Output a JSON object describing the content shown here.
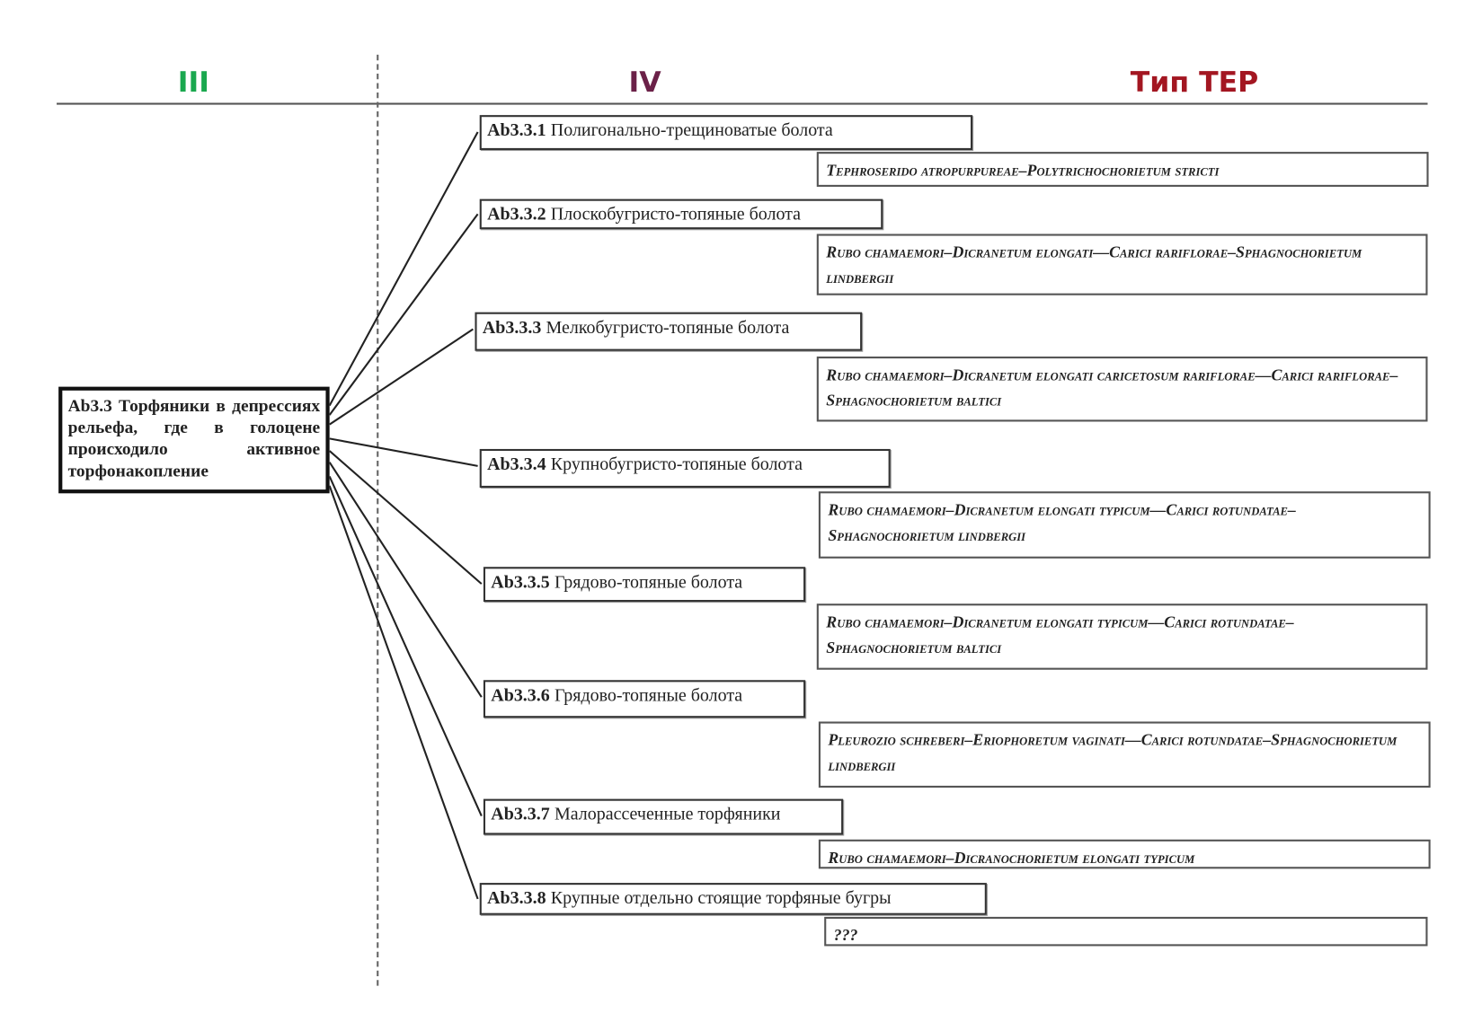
{
  "headers": {
    "level3": "III",
    "level4": "IV",
    "ter_type": "Тип ТЕР"
  },
  "main_node": {
    "text": "Ab3.3 Торфяники в депрессиях рельефа, где в голоцене происходило активное торфонакопление"
  },
  "units": [
    {
      "code": "Ab3.3.1",
      "name": "Полигонально-трещиноватые болота",
      "ter": "Tephroserido atropurpureae–Polytrichochorietum stricti"
    },
    {
      "code": "Ab3.3.2",
      "name": "Плоскобугристо-топяные болота",
      "ter": "Rubo chamaemori–Dicranetum elongati—Carici rariflorae–Sphagnochorietum lindbergii"
    },
    {
      "code": "Ab3.3.3",
      "name": "Мелкобугристо-топяные болота",
      "ter": "Rubo chamaemori–Dicranetum elongati caricetosum rariflorae—Carici rariflorae–Sphagnochorietum baltici"
    },
    {
      "code": "Ab3.3.4",
      "name": "Крупнобугристо-топяные болота",
      "ter": "Rubo chamaemori–Dicranetum elongati typicum—Carici rotundatae–Sphagnochorietum lindbergii"
    },
    {
      "code": "Ab3.3.5",
      "name": "Грядово-топяные болота",
      "ter": "Rubo chamaemori–Dicranetum elongati typicum—Carici rotundatae–Sphagnochorietum baltici"
    },
    {
      "code": "Ab3.3.6",
      "name": "Грядово-топяные болота",
      "ter": "Pleurozio schreberi–Eriophoretum vaginati—Carici rotundatae–Sphagnochorietum lindbergii"
    },
    {
      "code": "Ab3.3.7",
      "name": "Малорассеченные торфяники",
      "ter": "Rubo chamaemori–Dicranochorietum elongati typicum"
    },
    {
      "code": "Ab3.3.8",
      "name": "Крупные отдельно стоящие торфяные бугры",
      "ter": "???"
    }
  ]
}
